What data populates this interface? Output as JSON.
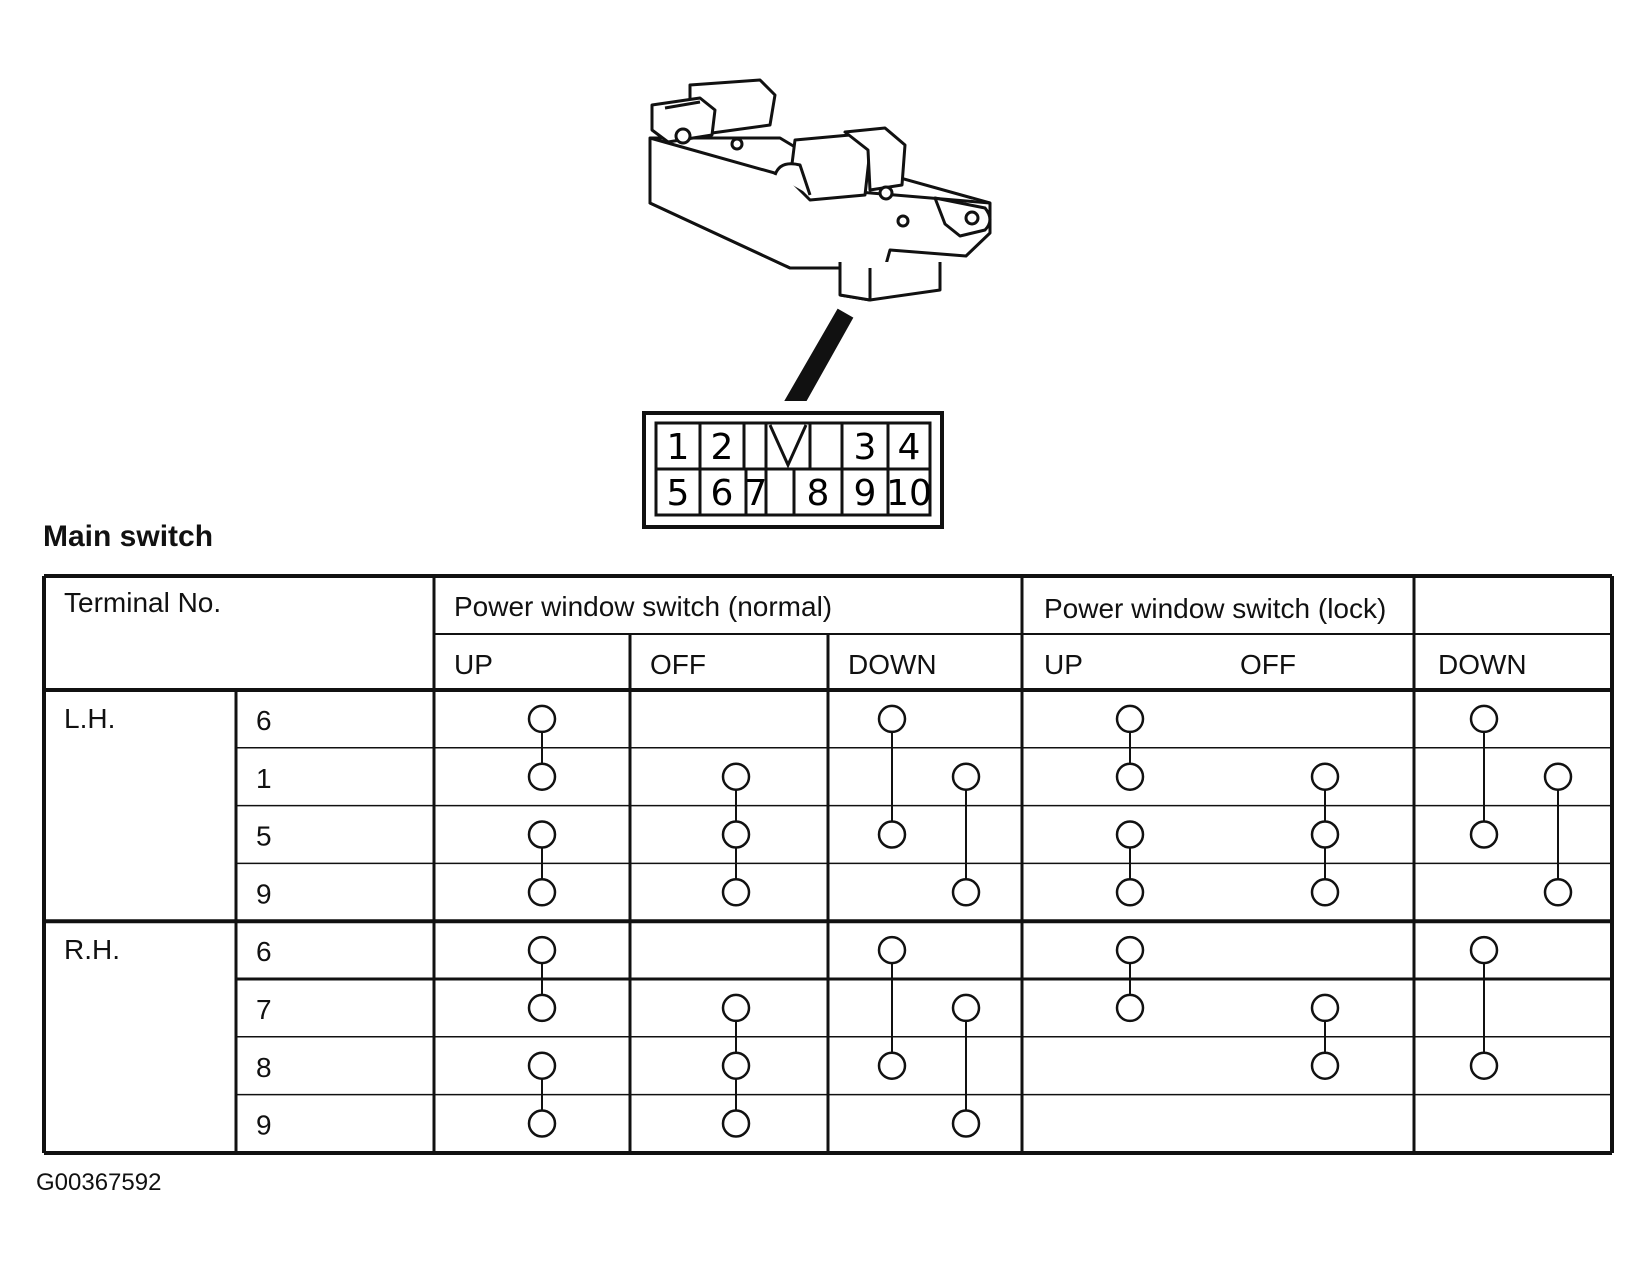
{
  "section_title": "Main switch",
  "figure_id": "G00367592",
  "connector": {
    "top_row": [
      "1",
      "2",
      "",
      "3",
      "4"
    ],
    "bottom_row": [
      "5",
      "6",
      "7",
      "8",
      "9",
      "10"
    ]
  },
  "table": {
    "corner_header": "Terminal No.",
    "groups": [
      {
        "label": "Power window switch (normal)",
        "positions": [
          "UP",
          "OFF",
          "DOWN"
        ]
      },
      {
        "label": "Power window switch (lock)",
        "positions": [
          "UP",
          "OFF",
          "DOWN"
        ]
      }
    ],
    "sides": [
      {
        "label": "L.H.",
        "terminals": [
          "6",
          "1",
          "5",
          "9"
        ]
      },
      {
        "label": "R.H.",
        "terminals": [
          "6",
          "7",
          "8",
          "9"
        ]
      }
    ]
  },
  "continuity": {
    "LH": {
      "normal_UP": [
        [
          "6",
          "1"
        ],
        [
          "5",
          "9"
        ]
      ],
      "normal_OFF": [
        [
          "1",
          "5",
          "9"
        ]
      ],
      "normal_DOWN": [
        [
          "6",
          "5"
        ],
        [
          "1",
          "9"
        ]
      ],
      "lock_UP": [
        [
          "6",
          "1"
        ],
        [
          "5",
          "9"
        ]
      ],
      "lock_OFF": [
        [
          "1",
          "5",
          "9"
        ]
      ],
      "lock_DOWN": [
        [
          "6",
          "5"
        ],
        [
          "1",
          "9"
        ]
      ]
    },
    "RH": {
      "normal_UP": [
        [
          "6",
          "7"
        ],
        [
          "8",
          "9"
        ]
      ],
      "normal_OFF": [
        [
          "7",
          "8",
          "9"
        ]
      ],
      "normal_DOWN": [
        [
          "6",
          "8"
        ],
        [
          "7",
          "9"
        ]
      ],
      "lock_UP": [
        [
          "6",
          "7"
        ]
      ],
      "lock_OFF": [
        [
          "7",
          "8"
        ]
      ],
      "lock_DOWN": [
        [
          "6",
          "8"
        ]
      ]
    }
  }
}
